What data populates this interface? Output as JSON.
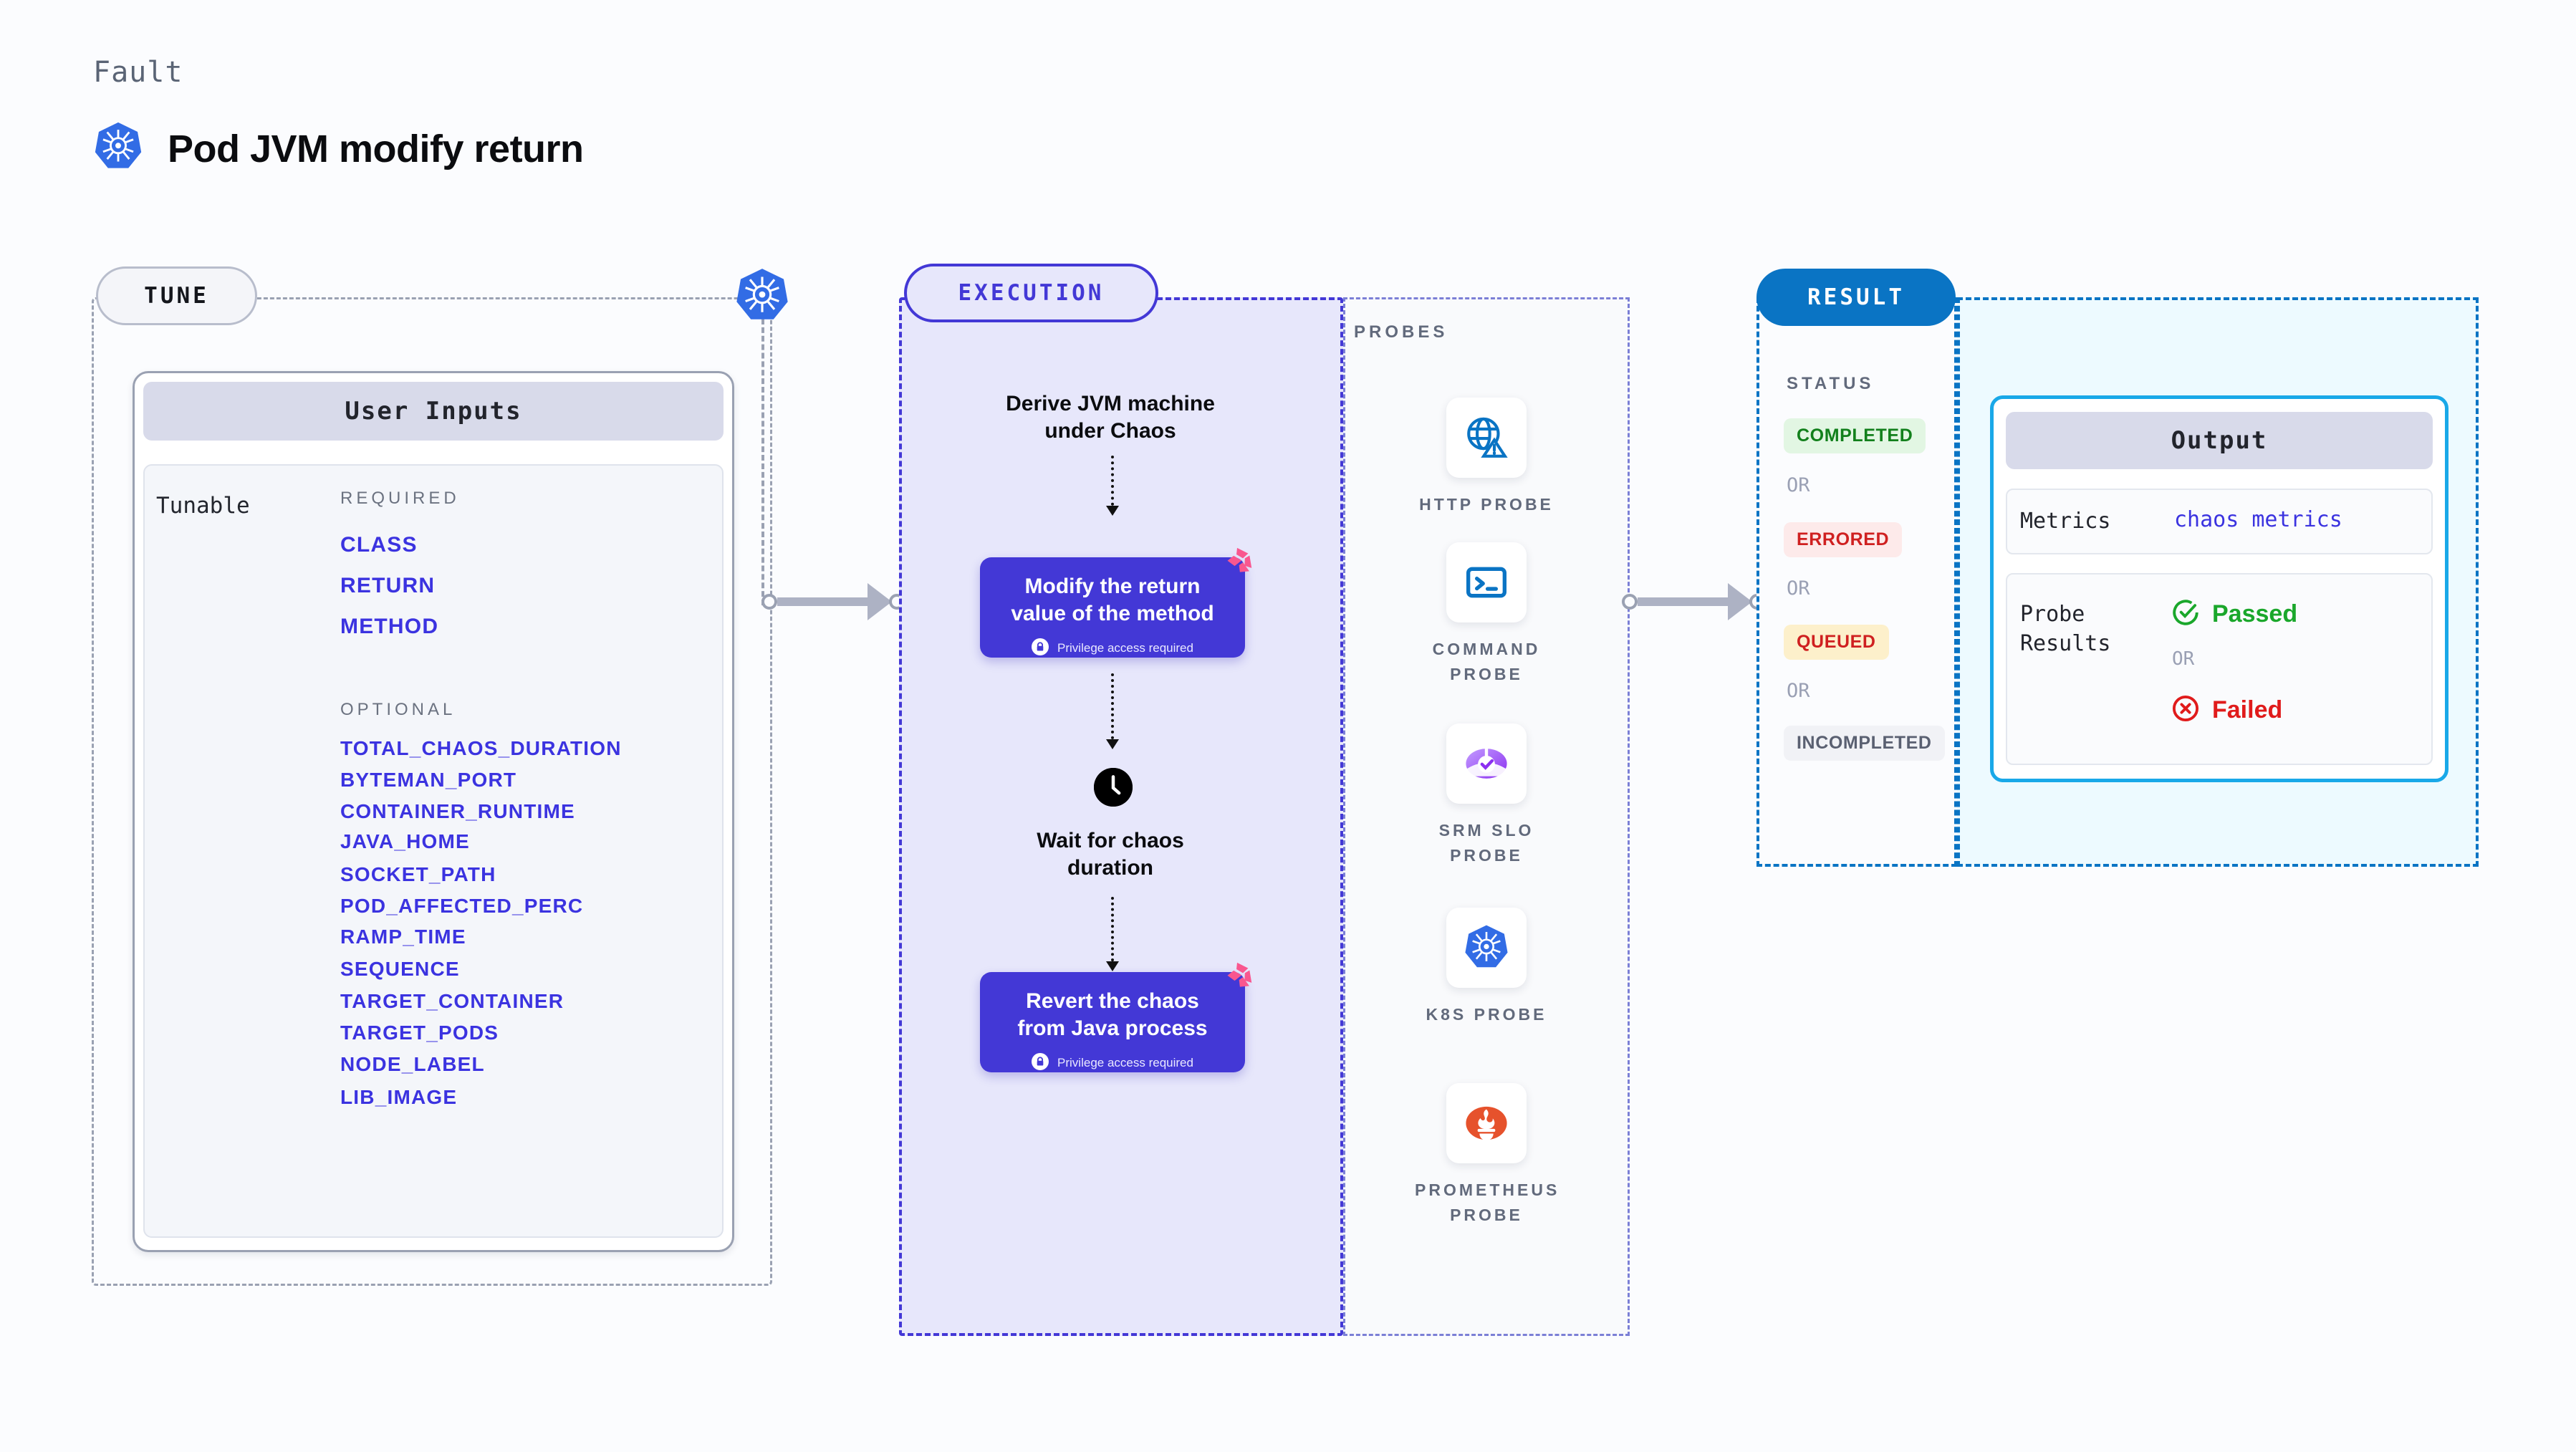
{
  "header": {
    "kicker": "Fault",
    "title": "Pod JVM modify return",
    "icon": "kubernetes-icon"
  },
  "tune": {
    "pill_label": "TUNE",
    "badge_icon": "kubernetes-icon",
    "card_title": "User Inputs",
    "tunable_label": "Tunable",
    "required_label": "REQUIRED",
    "optional_label": "OPTIONAL",
    "required": [
      "CLASS",
      "RETURN",
      "METHOD"
    ],
    "optional": [
      "TOTAL_CHAOS_DURATION",
      "BYTEMAN_PORT",
      "CONTAINER_RUNTIME",
      "JAVA_HOME",
      "SOCKET_PATH",
      "POD_AFFECTED_PERC",
      "RAMP_TIME",
      "SEQUENCE",
      "TARGET_CONTAINER",
      "TARGET_PODS",
      "NODE_LABEL",
      "LIB_IMAGE"
    ]
  },
  "execution": {
    "pill_label": "EXECUTION",
    "step1_text": "Derive JVM machine\nunder Chaos",
    "box1_line1": "Modify the return",
    "box1_line2": "value of the method",
    "box1_note": "Privilege access required",
    "wait_text": "Wait for chaos\nduration",
    "wait_icon": "clock-icon",
    "box2_line1": "Revert the chaos",
    "box2_line2": "from Java process",
    "box2_note": "Privilege access required",
    "badge_icon": "litmus-icon",
    "lock_icon": "lock-icon"
  },
  "probes": {
    "section_label": "PROBES",
    "items": [
      {
        "name": "HTTP PROBE",
        "icon": "globe-warning-icon"
      },
      {
        "name": "COMMAND PROBE",
        "icon": "terminal-icon"
      },
      {
        "name": "SRM SLO PROBE",
        "icon": "srm-slo-icon"
      },
      {
        "name": "K8S PROBE",
        "icon": "kubernetes-icon"
      },
      {
        "name": "PROMETHEUS PROBE",
        "icon": "prometheus-icon"
      }
    ]
  },
  "result": {
    "pill_label": "RESULT",
    "status_label": "STATUS",
    "or_label": "OR",
    "statuses": [
      {
        "label": "COMPLETED",
        "bg": "#e2f6e3",
        "fg": "#12801c"
      },
      {
        "label": "ERRORED",
        "bg": "#fdeaea",
        "fg": "#cf2020"
      },
      {
        "label": "QUEUED",
        "bg": "#fdf0cb",
        "fg": "#cf2020"
      },
      {
        "label": "INCOMPLETED",
        "bg": "#f1f2f6",
        "fg": "#5a6071"
      }
    ],
    "output": {
      "title": "Output",
      "metrics_key": "Metrics",
      "metrics_value": "chaos metrics",
      "probe_key_line1": "Probe",
      "probe_key_line2": "Results",
      "passed_label": "Passed",
      "failed_label": "Failed",
      "or_label": "OR",
      "passed_icon": "check-circle-icon",
      "failed_icon": "x-circle-icon"
    }
  },
  "colors": {
    "accent_purple": "#4338d6",
    "accent_blue": "#0a74c4",
    "accent_cyan": "#19a8e8",
    "param_blue": "#3b33e0",
    "litmus_pink": "#f9578f",
    "k8s_blue": "#326ce5",
    "prometheus_orange": "#e6522c",
    "passed_green": "#1aa72b",
    "failed_red": "#e01b1b"
  }
}
